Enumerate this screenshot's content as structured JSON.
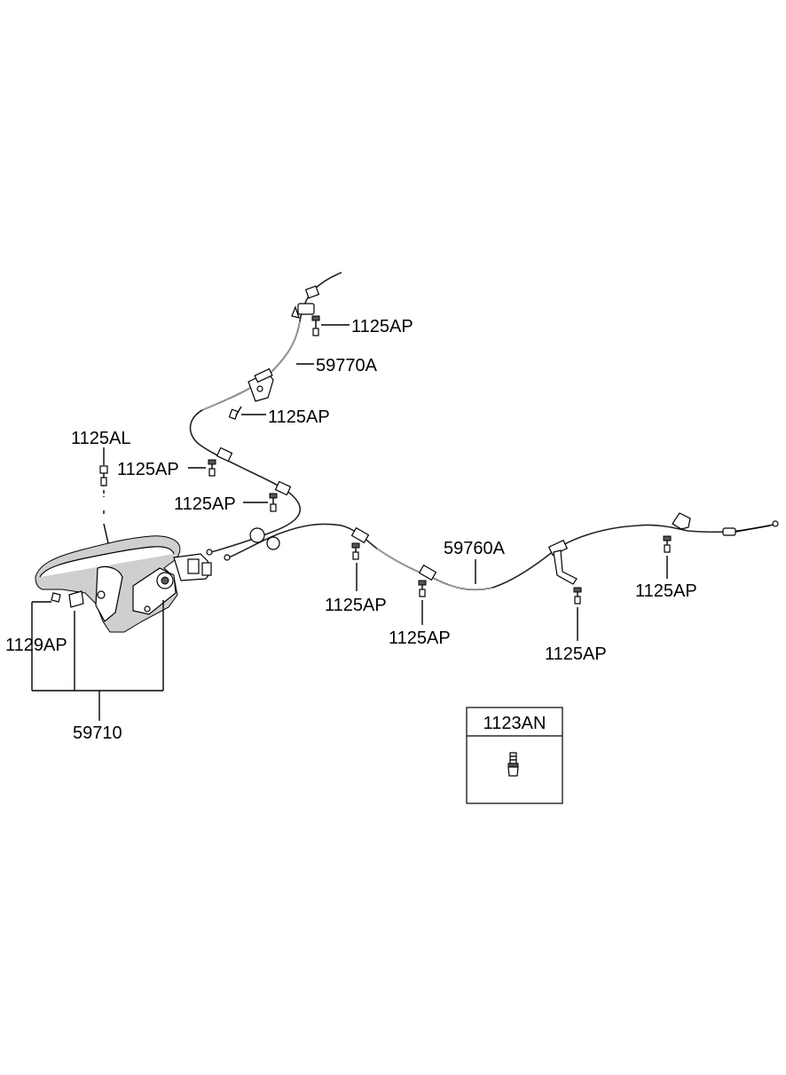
{
  "labels": {
    "cable_front_top_bolt": "1125AP",
    "cable_front": "59770A",
    "cable_front_mid_bolt": "1125AP",
    "lever_bolt": "1125AL",
    "cable_front_lower_bolt": "1125AP",
    "cable_junction_bolt": "1125AP",
    "cable_rear": "59760A",
    "cable_rear_bolt_a": "1125AP",
    "cable_rear_bolt_b": "1125AP",
    "cable_rear_bolt_c": "1125AP",
    "cable_rear_end_bolt": "1125AP",
    "lever_screw": "1129AP",
    "lever_assembly": "59710",
    "legend_part": "1123AN"
  },
  "icons": [
    "bolt-icon",
    "screw-icon"
  ]
}
